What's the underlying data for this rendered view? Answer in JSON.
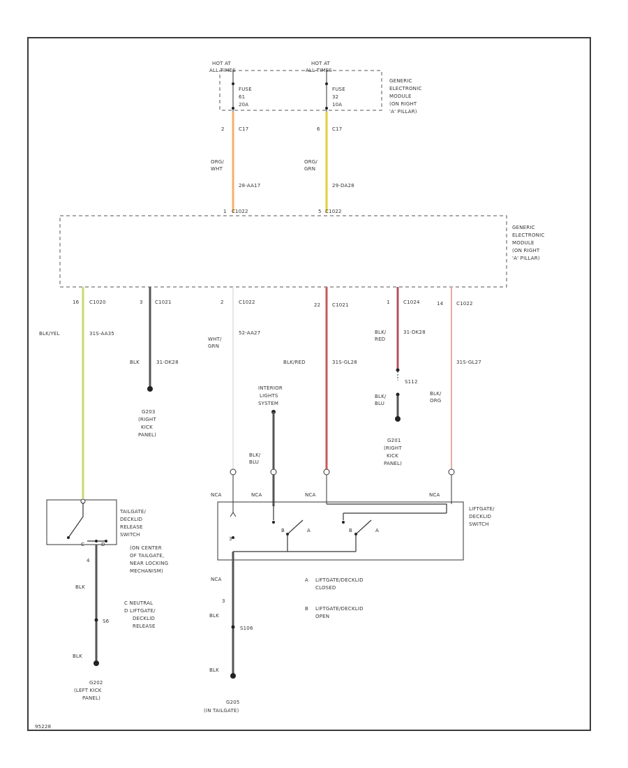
{
  "colors": {
    "orange": "#f4b06a",
    "yellow": "#e0cf3c",
    "yellowgreen": "#c8d870",
    "black": "#555555",
    "white": "#dddddd",
    "red": "#c85a5a",
    "redblack": "#b55060",
    "pink": "#e8aaa0"
  },
  "labels": {
    "hot1": "HOT AT",
    "hot1b": "ALL TIMES",
    "hot2": "HOT AT",
    "hot2b": "ALL TIMES",
    "fuse1a": "FUSE",
    "fuse1b": "61",
    "fuse1c": "20A",
    "fuse2a": "FUSE",
    "fuse2b": "32",
    "fuse2c": "10A",
    "gem_top1": "GENERIC",
    "gem_top2": "ELECTRONIC",
    "gem_top3": "MODULE",
    "gem_top4": "(ON RIGHT",
    "gem_top5": "'A' PILLAR)",
    "c1_pin": "2",
    "c1_con": "C17",
    "c2_pin": "6",
    "c2_con": "C17",
    "w1_color1": "ORG/",
    "w1_color2": "WHT",
    "w1_circuit": "28-AA17",
    "w2_color1": "ORG/",
    "w2_color2": "GRN",
    "w2_circuit": "29-DA28",
    "gem_in1": "1",
    "gem_in1c": "C1022",
    "gem_in2": "5",
    "gem_in2c": "C1022",
    "gem_mid1": "GENERIC",
    "gem_mid2": "ELECTRONIC",
    "gem_mid3": "MODULE",
    "gem_mid4": "(ON RIGHT",
    "gem_mid5": "'A' PILLAR)",
    "o1_pin": "16",
    "o1_con": "C1020",
    "o2_pin": "3",
    "o2_con": "C1021",
    "o3_pin": "2",
    "o3_con": "C1022",
    "o4_pin": "22",
    "o4_con": "C1021",
    "o5_pin": "1",
    "o5_con": "C1024",
    "o6_pin": "14",
    "o6_con": "C1022",
    "w3_color": "BLK/YEL",
    "w3_circuit": "31S-AA35",
    "w4_color": "BLK",
    "w4_circuit": "31-DK28",
    "w5_color1": "WHT/",
    "w5_color2": "GRN",
    "w5_circuit": "52-AA27",
    "w6_color": "BLK/RED",
    "w6_circuit": "31S-GL28",
    "w7_color1": "BLK/",
    "w7_color2": "RED",
    "w7_circuit": "31-DK28",
    "w8_circuit": "31S-GL27",
    "w8_color1": "BLK/",
    "w8_color2": "ORG",
    "g203a": "G203",
    "g203b": "(RIGHT",
    "g203c": "KICK",
    "g203d": "PANEL)",
    "s112": "S112",
    "w9_color1": "BLK/",
    "w9_color2": "BLU",
    "g201a": "G201",
    "g201b": "(RIGHT",
    "g201c": "KICK",
    "g201d": "PANEL)",
    "ils1": "INTERIOR",
    "ils2": "LIGHTS",
    "ils3": "SYSTEM",
    "w10_color1": "BLK/",
    "w10_color2": "BLU",
    "nca1": "NCA",
    "nca2": "NCA",
    "nca3": "NCA",
    "nca4": "NCA",
    "nca5": "NCA",
    "tg1": "TAILGATE/",
    "tg2": "DECKLID",
    "tg3": "RELEASE",
    "tg4": "SWITCH",
    "tg5": "(ON CENTER",
    "tg6": "OF TAILGATE,",
    "tg7": "NEAR LOCKING",
    "tg8": "MECHANISM)",
    "lg1": "LIFTGATE/",
    "lg2": "DECKLID",
    "lg3": "SWITCH",
    "swB1": "B",
    "swA1": "A",
    "swB2": "B",
    "swA2": "A",
    "tg_pin": "4",
    "w11_color": "BLK",
    "tg_note1": "C  NEUTRAL",
    "tg_note2": "D  LIFTGATE/",
    "tg_note3": "DECKLID",
    "tg_note4": "RELEASE",
    "s_left": "S6",
    "w12_color": "BLK",
    "g_left1": "G202",
    "g_left2": "(LEFT KICK",
    "g_left3": "PANEL)",
    "lg_pin": "3",
    "w13_color1": "NCA",
    "w13_color2": "BLK",
    "s106": "S106",
    "w14_color": "BLK",
    "g_bot1": "G205",
    "g_bot2": "(IN TAILGATE)",
    "legA_key": "A",
    "legA1": "LIFTGATE/DECKLID",
    "legA2": "CLOSED",
    "legB_key": "B",
    "legB1": "LIFTGATE/DECKLID",
    "legB2": "OPEN",
    "figid": "95228"
  }
}
